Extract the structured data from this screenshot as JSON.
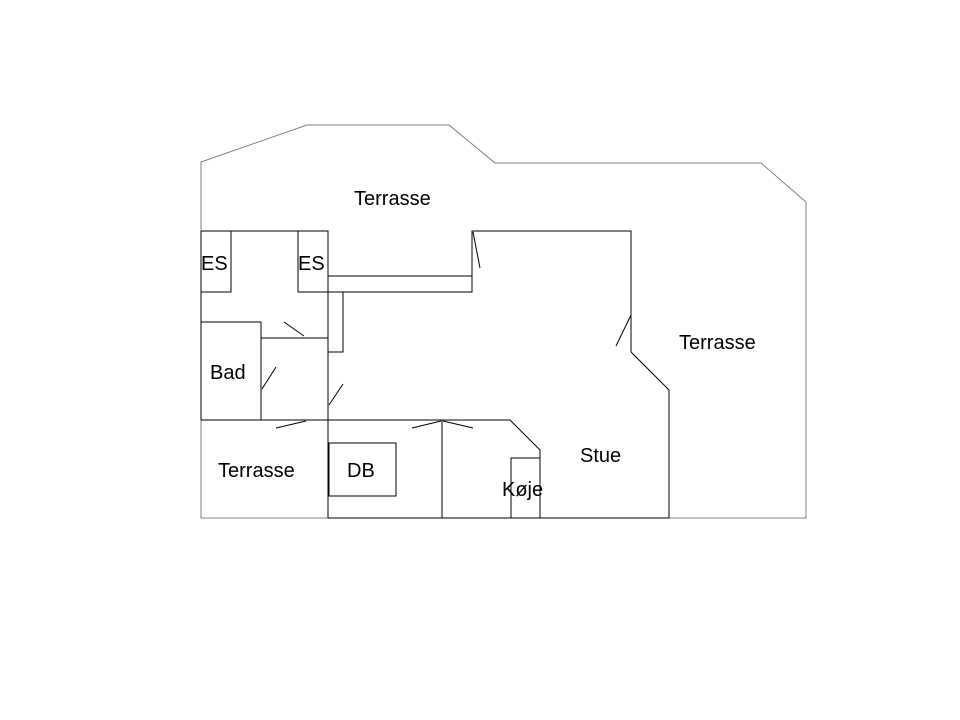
{
  "plan": {
    "labels": {
      "terrace_top": "Terrasse",
      "terrace_right": "Terrasse",
      "terrace_bottom_left": "Terrasse",
      "es_left": "ES",
      "es_right": "ES",
      "bathroom": "Bad",
      "double_bed": "DB",
      "bunk": "Køje",
      "living_room": "Stue"
    }
  },
  "colors": {
    "walls": "#000000",
    "outer_outline": "#808080",
    "background": "#ffffff"
  }
}
